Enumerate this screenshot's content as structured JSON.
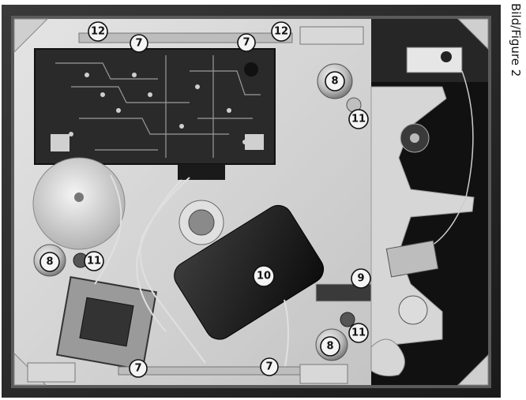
{
  "caption": "Bild/Figure 2",
  "callouts": {
    "c12_left": "12",
    "c12_right": "12",
    "c7_top_left": "7",
    "c7_top_right": "7",
    "c8_top": "8",
    "c11_top": "11",
    "c8_left": "8",
    "c11_left": "11",
    "c10": "10",
    "c9": "9",
    "c11_bottom": "11",
    "c8_bottom": "8",
    "c7_bottom_left": "7",
    "c7_bottom_right": "7"
  }
}
